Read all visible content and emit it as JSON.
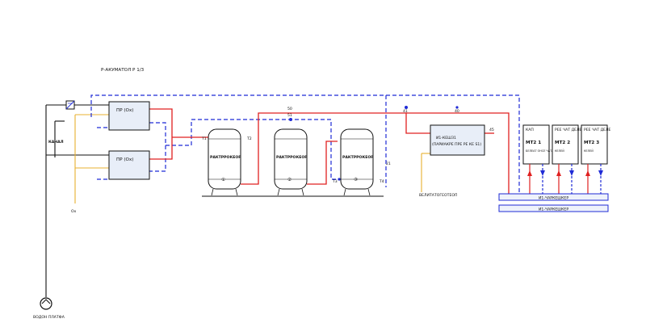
{
  "colors": {
    "ink": "#111111",
    "hot_line": "#e02020",
    "cold_line": "#1f2bd6",
    "drain_line": "#e8b030",
    "hx_fill": "#e8eef8",
    "bus_fill": "#eef2fb"
  },
  "header_label": "Р-АКУМАТОЛ Р 1/3",
  "kanal_label": "КАНАЛ",
  "drain_label": "Ох",
  "pump_label": "ВОДОН ПЛАТФА",
  "exchangers": [
    {
      "label": "ПР (Ох)"
    },
    {
      "label": "ПР (Ох)"
    }
  ],
  "tanks": [
    {
      "label": "РАКТРРОКЕОР",
      "number": "①"
    },
    {
      "label": "РАКТРРОКЕОР",
      "number": "②"
    },
    {
      "label": "РАКТРРОКЕОР",
      "number": "③"
    }
  ],
  "pipe_tags": {
    "t1": "Т1",
    "t2": "Т2",
    "t3": "Т3",
    "t4": "Т4",
    "t50": "50",
    "t51": "51",
    "t21": "21",
    "t41": "41",
    "t40": "40",
    "t45": "45"
  },
  "main_unit": {
    "line1": "И1-КЕШЗ1",
    "line2": "(ПАРИАКРЕ ПРЕ РЕ КЕ S1)"
  },
  "discharge_label": "ВЕЛИТАТОГЕОТЕОП",
  "consumers": [
    {
      "top": "КАП",
      "title": "МТ2 1",
      "note": "БЕЛЕАТ ОНСЕ ЧАТА КЕЛЕ 4РЕЗА"
    },
    {
      "top": "РЕЕ ЧАТ ДЕЛЕ",
      "title": "МТ2 2",
      "note": "КЕЛЕЙ"
    },
    {
      "top": "РЕЕ ЧАТ ДЕЛЕ",
      "title": "МТ2 3",
      "note": "КЕЛЕЙ"
    }
  ],
  "buses": [
    {
      "label": "И1-ЧАРКЕШКЕР"
    },
    {
      "label": "И1-ЧАРКЕШКЕР"
    }
  ]
}
